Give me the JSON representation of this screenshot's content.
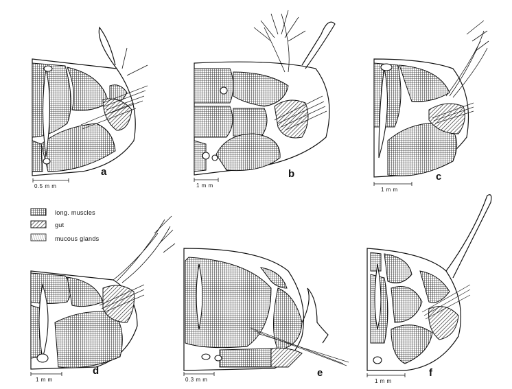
{
  "legend": {
    "items": [
      {
        "label": "long. muscles",
        "pattern": "muscle"
      },
      {
        "label": "gut",
        "pattern": "gut"
      },
      {
        "label": "mucous glands",
        "pattern": "mucous"
      }
    ]
  },
  "panels": [
    {
      "letter": "a",
      "scale": "0.5 m m"
    },
    {
      "letter": "b",
      "scale": "1 m m"
    },
    {
      "letter": "c",
      "scale": "1 m m"
    },
    {
      "letter": "d",
      "scale": "1 m m"
    },
    {
      "letter": "e",
      "scale": "0.3 m m"
    },
    {
      "letter": "f",
      "scale": "1 m m"
    }
  ],
  "colors": {
    "ink": "#111111",
    "paper": "#ffffff"
  }
}
